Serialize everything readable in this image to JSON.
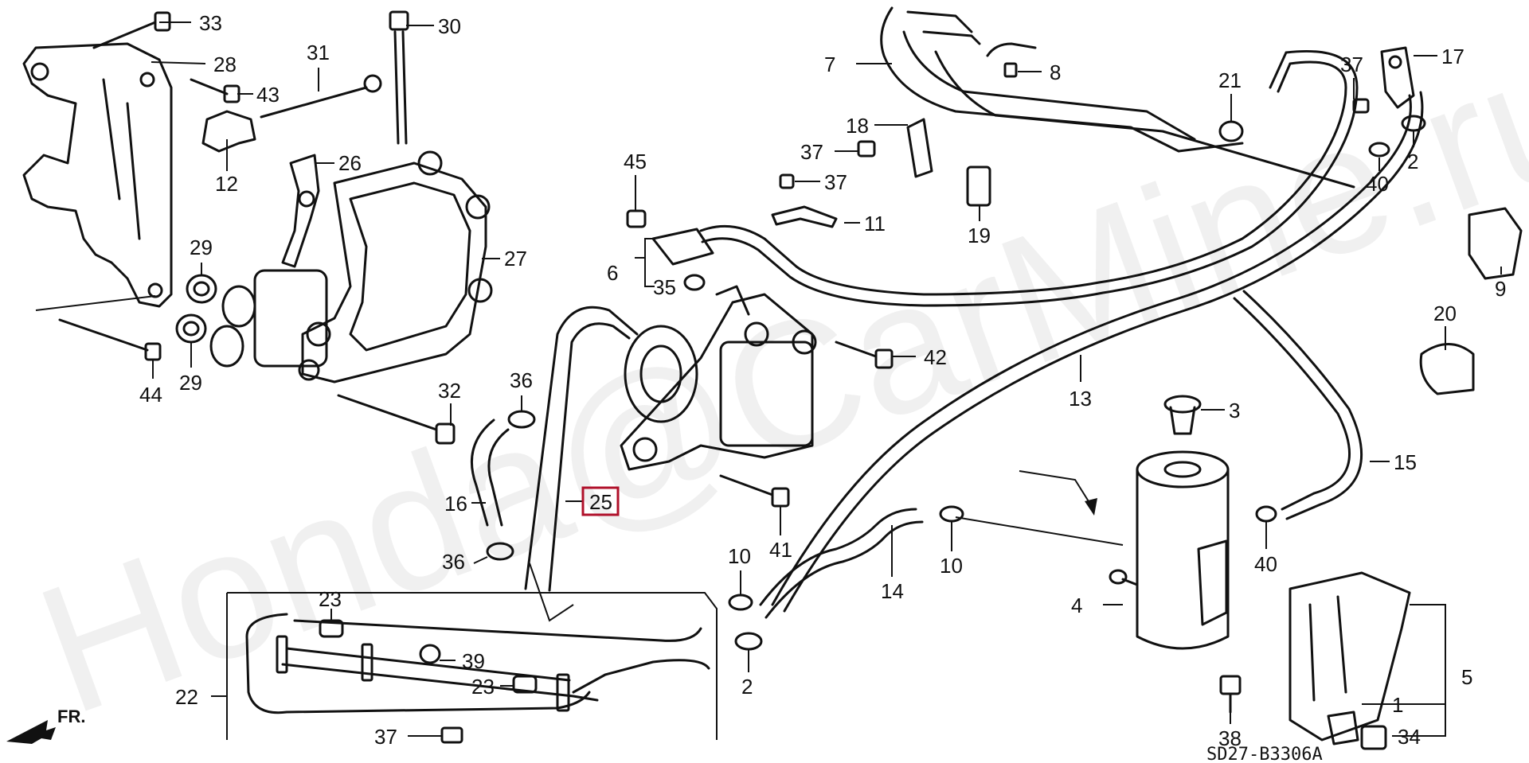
{
  "diagram": {
    "watermark": "Honda@CarMine.ru",
    "code": "SD27-B3306A",
    "direction_label": "FR.",
    "highlighted_part": "25",
    "callouts": [
      {
        "id": "c33",
        "label": "33"
      },
      {
        "id": "c28",
        "label": "28"
      },
      {
        "id": "c31",
        "label": "31"
      },
      {
        "id": "c30",
        "label": "30"
      },
      {
        "id": "c43",
        "label": "43"
      },
      {
        "id": "c12",
        "label": "12"
      },
      {
        "id": "c26",
        "label": "26"
      },
      {
        "id": "c27",
        "label": "27"
      },
      {
        "id": "c29a",
        "label": "29"
      },
      {
        "id": "c29b",
        "label": "29"
      },
      {
        "id": "c44",
        "label": "44"
      },
      {
        "id": "c32",
        "label": "32"
      },
      {
        "id": "c36a",
        "label": "36"
      },
      {
        "id": "c16",
        "label": "16"
      },
      {
        "id": "c36b",
        "label": "36"
      },
      {
        "id": "c25",
        "label": "25"
      },
      {
        "id": "c45",
        "label": "45"
      },
      {
        "id": "c6",
        "label": "6"
      },
      {
        "id": "c35",
        "label": "35"
      },
      {
        "id": "c42",
        "label": "42"
      },
      {
        "id": "c41",
        "label": "41"
      },
      {
        "id": "c7",
        "label": "7"
      },
      {
        "id": "c8",
        "label": "8"
      },
      {
        "id": "c18",
        "label": "18"
      },
      {
        "id": "c37a",
        "label": "37"
      },
      {
        "id": "c37b",
        "label": "37"
      },
      {
        "id": "c11",
        "label": "11"
      },
      {
        "id": "c19",
        "label": "19"
      },
      {
        "id": "c21",
        "label": "21"
      },
      {
        "id": "c37c",
        "label": "37"
      },
      {
        "id": "c17",
        "label": "17"
      },
      {
        "id": "c2a",
        "label": "2"
      },
      {
        "id": "c40a",
        "label": "40"
      },
      {
        "id": "c9",
        "label": "9"
      },
      {
        "id": "c20",
        "label": "20"
      },
      {
        "id": "c13",
        "label": "13"
      },
      {
        "id": "c3",
        "label": "3"
      },
      {
        "id": "c15",
        "label": "15"
      },
      {
        "id": "c10a",
        "label": "10"
      },
      {
        "id": "c10b",
        "label": "10"
      },
      {
        "id": "c14",
        "label": "14"
      },
      {
        "id": "c4",
        "label": "4"
      },
      {
        "id": "c40b",
        "label": "40"
      },
      {
        "id": "c2b",
        "label": "2"
      },
      {
        "id": "c5",
        "label": "5"
      },
      {
        "id": "c1",
        "label": "1"
      },
      {
        "id": "c34",
        "label": "34"
      },
      {
        "id": "c38",
        "label": "38"
      },
      {
        "id": "c22",
        "label": "22"
      },
      {
        "id": "c23a",
        "label": "23"
      },
      {
        "id": "c23b",
        "label": "23"
      },
      {
        "id": "c39",
        "label": "39"
      },
      {
        "id": "c37d",
        "label": "37"
      }
    ]
  }
}
